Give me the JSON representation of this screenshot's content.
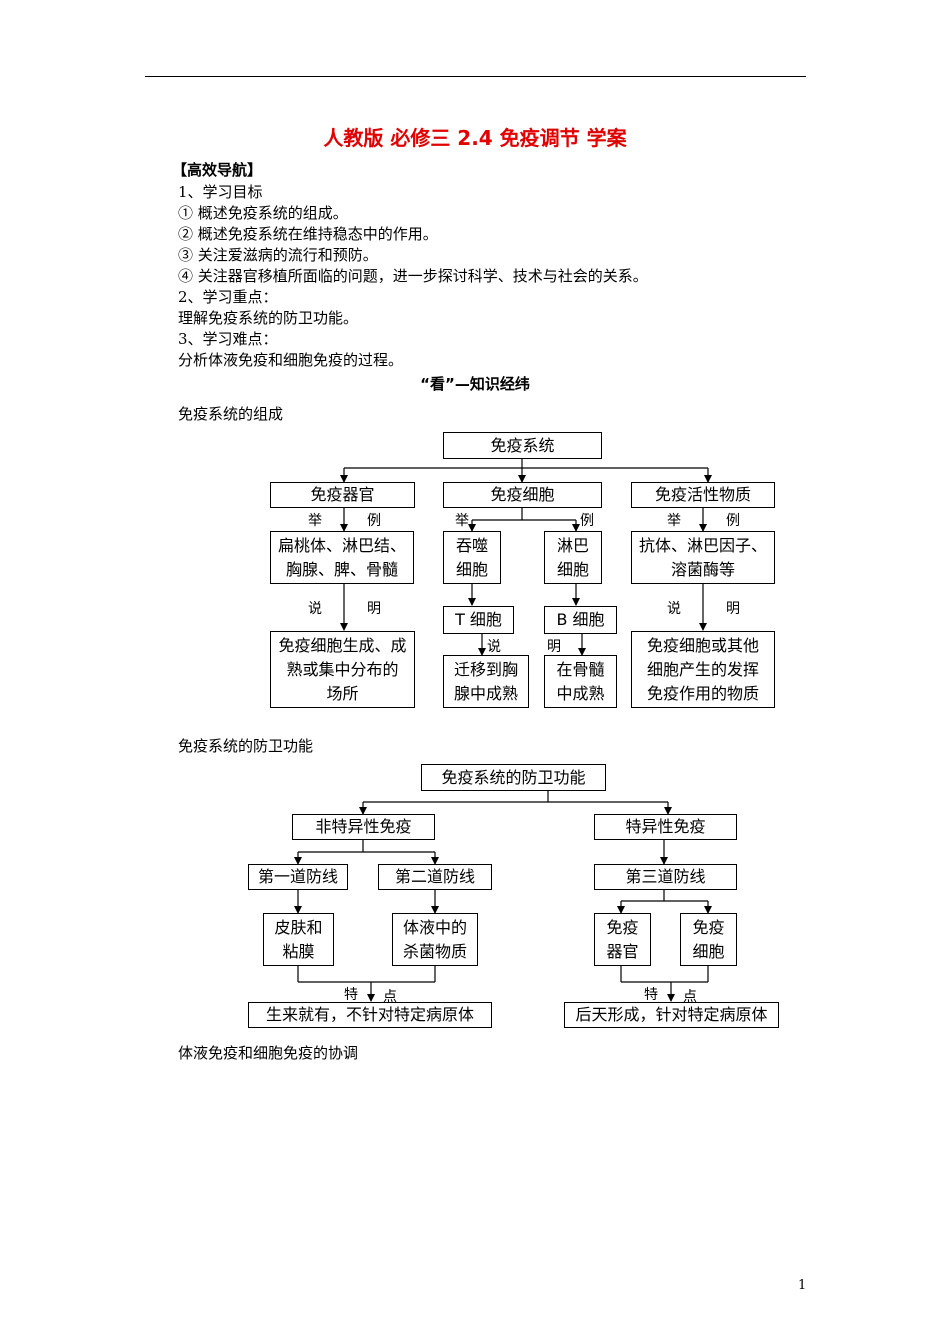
{
  "doc": {
    "title": "人教版 必修三 2.4 免疫调节 学案",
    "nav": "【高效导航】",
    "goals_head": "1、学习目标",
    "goals": [
      "① 概述免疫系统的组成。",
      "② 概述免疫系统在维持稳态中的作用。",
      "③ 关注爱滋病的流行和预防。",
      "④ 关注器官移植所面临的问题，进一步探讨科学、技术与社会的关系。"
    ],
    "key_head": "2、学习重点：",
    "key": "理解免疫系统的防卫功能。",
    "diff_head": "3、学习难点：",
    "diff": "分析体液免疫和细胞免疫的过程。",
    "section_title": "“看”—知识经纬",
    "sub1": "免疫系统的组成",
    "sub2": "免疫系统的防卫功能",
    "sub3": "体液免疫和细胞免疫的协调",
    "page_number": "1"
  },
  "diagram1": {
    "root": "免疫系统",
    "organs": "免疫器官",
    "cells": "免疫细胞",
    "substances": "免疫活性物质",
    "ju": "举",
    "li": "例",
    "shuo": "说",
    "ming": "明",
    "organs_ex": "扁桃体、淋巴结、\n胸腺、脾、骨髓",
    "phago": "吞噬\n细胞",
    "lymph": "淋巴\n细胞",
    "subst_ex": "抗体、淋巴因子、\n溶菌酶等",
    "t_cell": "T 细胞",
    "b_cell": "B 细胞",
    "organs_desc": "免疫细胞生成、成\n熟或集中分布的\n场所",
    "t_desc": "迁移到胸\n腺中成熟",
    "b_desc": "在骨髓\n中成熟",
    "subst_desc": "免疫细胞或其他\n细胞产生的发挥\n免疫作用的物质"
  },
  "diagram2": {
    "root": "免疫系统的防卫功能",
    "nonspecific": "非特异性免疫",
    "specific": "特异性免疫",
    "line1": "第一道防线",
    "line2": "第二道防线",
    "line3": "第三道防线",
    "skin": "皮肤和\n粘膜",
    "fluid": "体液中的\n杀菌物质",
    "organs": "免疫\n器官",
    "cells": "免疫\n细胞",
    "te": "特",
    "dian": "点",
    "ns_feature": "生来就有，不针对特定病原体",
    "s_feature": "后天形成，针对特定病原体"
  }
}
